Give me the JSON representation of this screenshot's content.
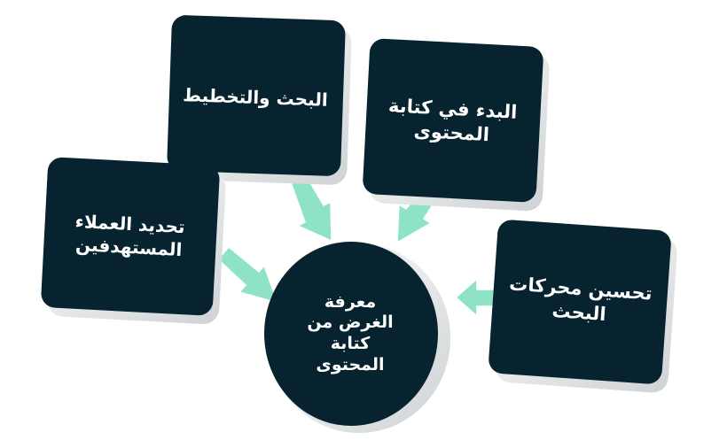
{
  "diagram": {
    "center": {
      "label": "معرفة الغرض من كتابة المحتوى"
    },
    "nodes": [
      {
        "label": "البحث والتخطيط"
      },
      {
        "label": "البدء في كتابة المحتوى"
      },
      {
        "label": "تحديد العملاء المستهدفين"
      },
      {
        "label": "تحسين محركات البحث"
      }
    ]
  },
  "colors": {
    "box_fill": "#06232f",
    "box_edge": "#e4e6e7",
    "arrow_fill": "#8ee3c4",
    "text": "#ffffff"
  }
}
